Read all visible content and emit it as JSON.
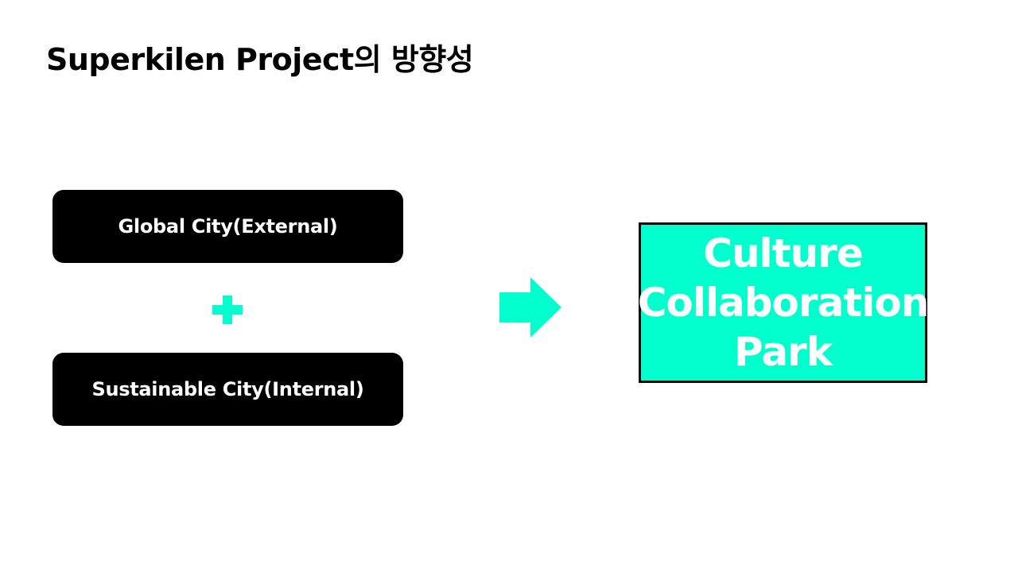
{
  "slide": {
    "title": "Superkilen Project의 방향성",
    "inputs": [
      {
        "label": "Global City(External)"
      },
      {
        "label": "Sustainable City(Internal)"
      }
    ],
    "operator_icon": "plus-icon",
    "connector_icon": "right-arrow-icon",
    "result": {
      "lines": [
        "Culture",
        "Collaboration",
        "Park"
      ]
    }
  },
  "colors": {
    "accent": "#00ffcc",
    "box_fill": "#000000",
    "box_text": "#ffffff",
    "title_text": "#000000"
  }
}
